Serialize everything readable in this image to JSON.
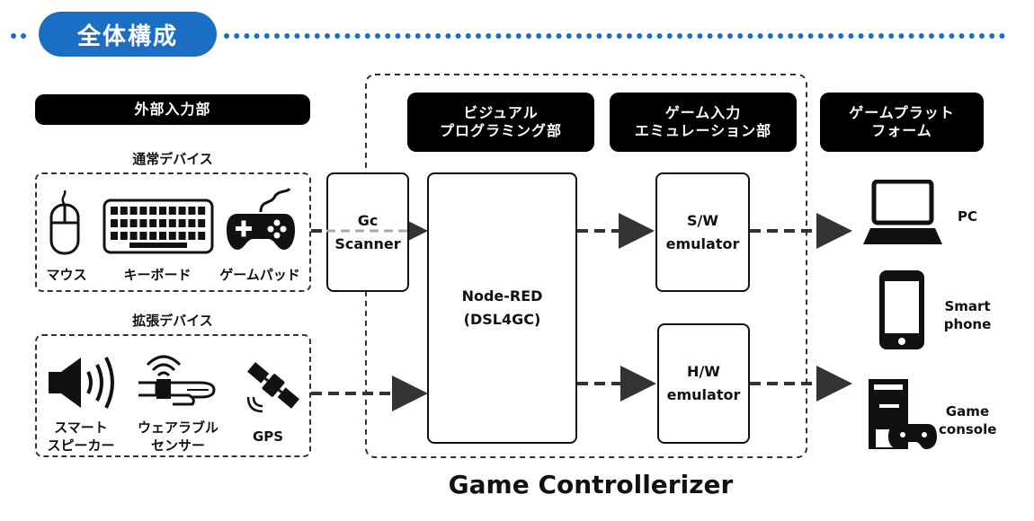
{
  "header": {
    "title": "全体構成"
  },
  "sections": {
    "external_input": "外部入力部",
    "visual_programming": [
      "ビジュアル",
      "プログラミング部"
    ],
    "game_input_emulation": [
      "ゲーム入力",
      "エミュレーション部"
    ],
    "game_platform": [
      "ゲームプラット",
      "フォーム"
    ]
  },
  "normal_devices": {
    "label": "通常デバイス",
    "items": [
      {
        "icon": "mouse-icon",
        "label": "マウス"
      },
      {
        "icon": "keyboard-icon",
        "label": "キーボード"
      },
      {
        "icon": "gamepad-icon",
        "label": "ゲームパッド"
      }
    ]
  },
  "extended_devices": {
    "label": "拡張デバイス",
    "items": [
      {
        "icon": "speaker-icon",
        "label": [
          "スマート",
          "スピーカー"
        ]
      },
      {
        "icon": "wearable-icon",
        "label": [
          "ウェアラブル",
          "センサー"
        ]
      },
      {
        "icon": "satellite-icon",
        "label": [
          "GPS"
        ]
      }
    ]
  },
  "blocks": {
    "gc_scanner": [
      "Gc",
      "Scanner"
    ],
    "node_red": [
      "Node-RED",
      "(DSL4GC)"
    ],
    "sw_emulator": [
      "S/W",
      "emulator"
    ],
    "hw_emulator": [
      "H/W",
      "emulator"
    ]
  },
  "platforms": [
    {
      "icon": "laptop-icon",
      "label": [
        "PC"
      ]
    },
    {
      "icon": "smartphone-icon",
      "label": [
        "Smart",
        "phone"
      ]
    },
    {
      "icon": "game-console-icon",
      "label": [
        "Game",
        "console"
      ]
    }
  ],
  "footer": {
    "title": "Game Controllerizer"
  },
  "colors": {
    "title_blue": "#1a6fc4",
    "dot_blue": "#1a6fc4",
    "header_black": "#000000",
    "line": "#333333"
  }
}
